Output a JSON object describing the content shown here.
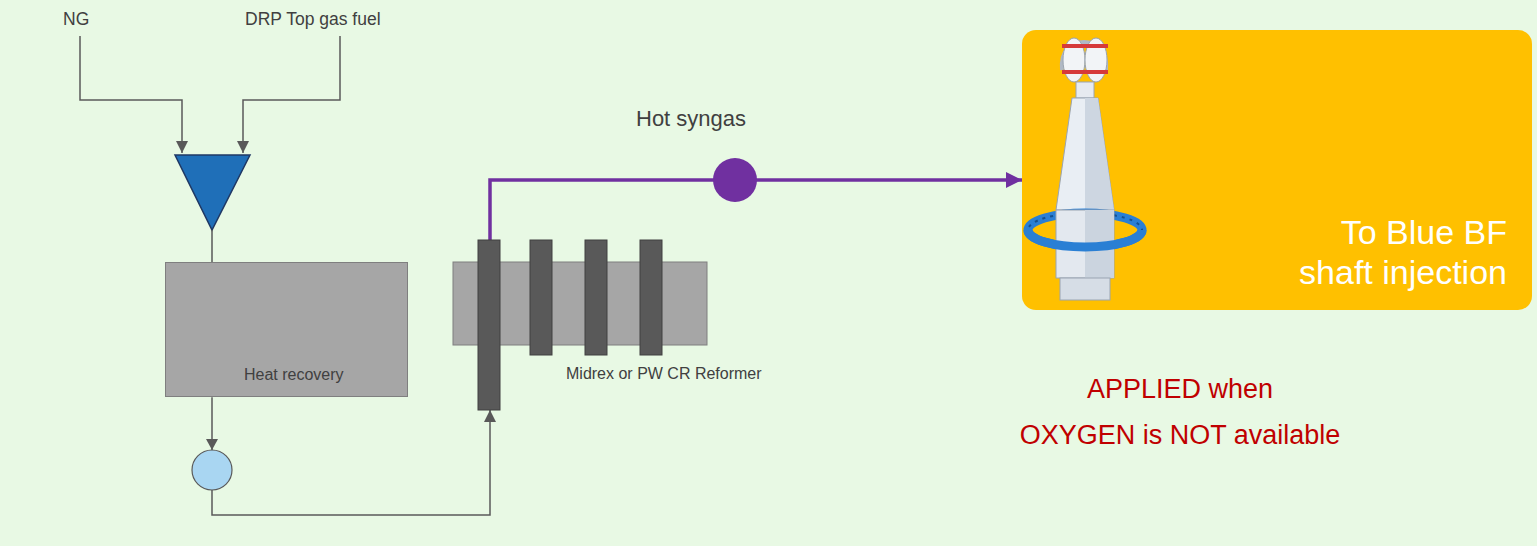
{
  "diagram": {
    "nodes": [
      {
        "text": [
          "Heat recovery"
        ]
      },
      {
        "text": [
          "Midrex or PW CR Reformer"
        ]
      },
      {
        "text": [
          "To Blue BF shaft injection"
        ]
      }
    ],
    "edges": [
      {
        "from": 0,
        "to": 1,
        "arrow": "to"
      },
      {
        "from": 1,
        "to": 2,
        "arrow": "to",
        "label": "Hot syngas"
      }
    ],
    "labels": [
      "NG",
      "DRP Top gas fuel",
      "APPLIED when OXYGEN is NOT available"
    ]
  }
}
